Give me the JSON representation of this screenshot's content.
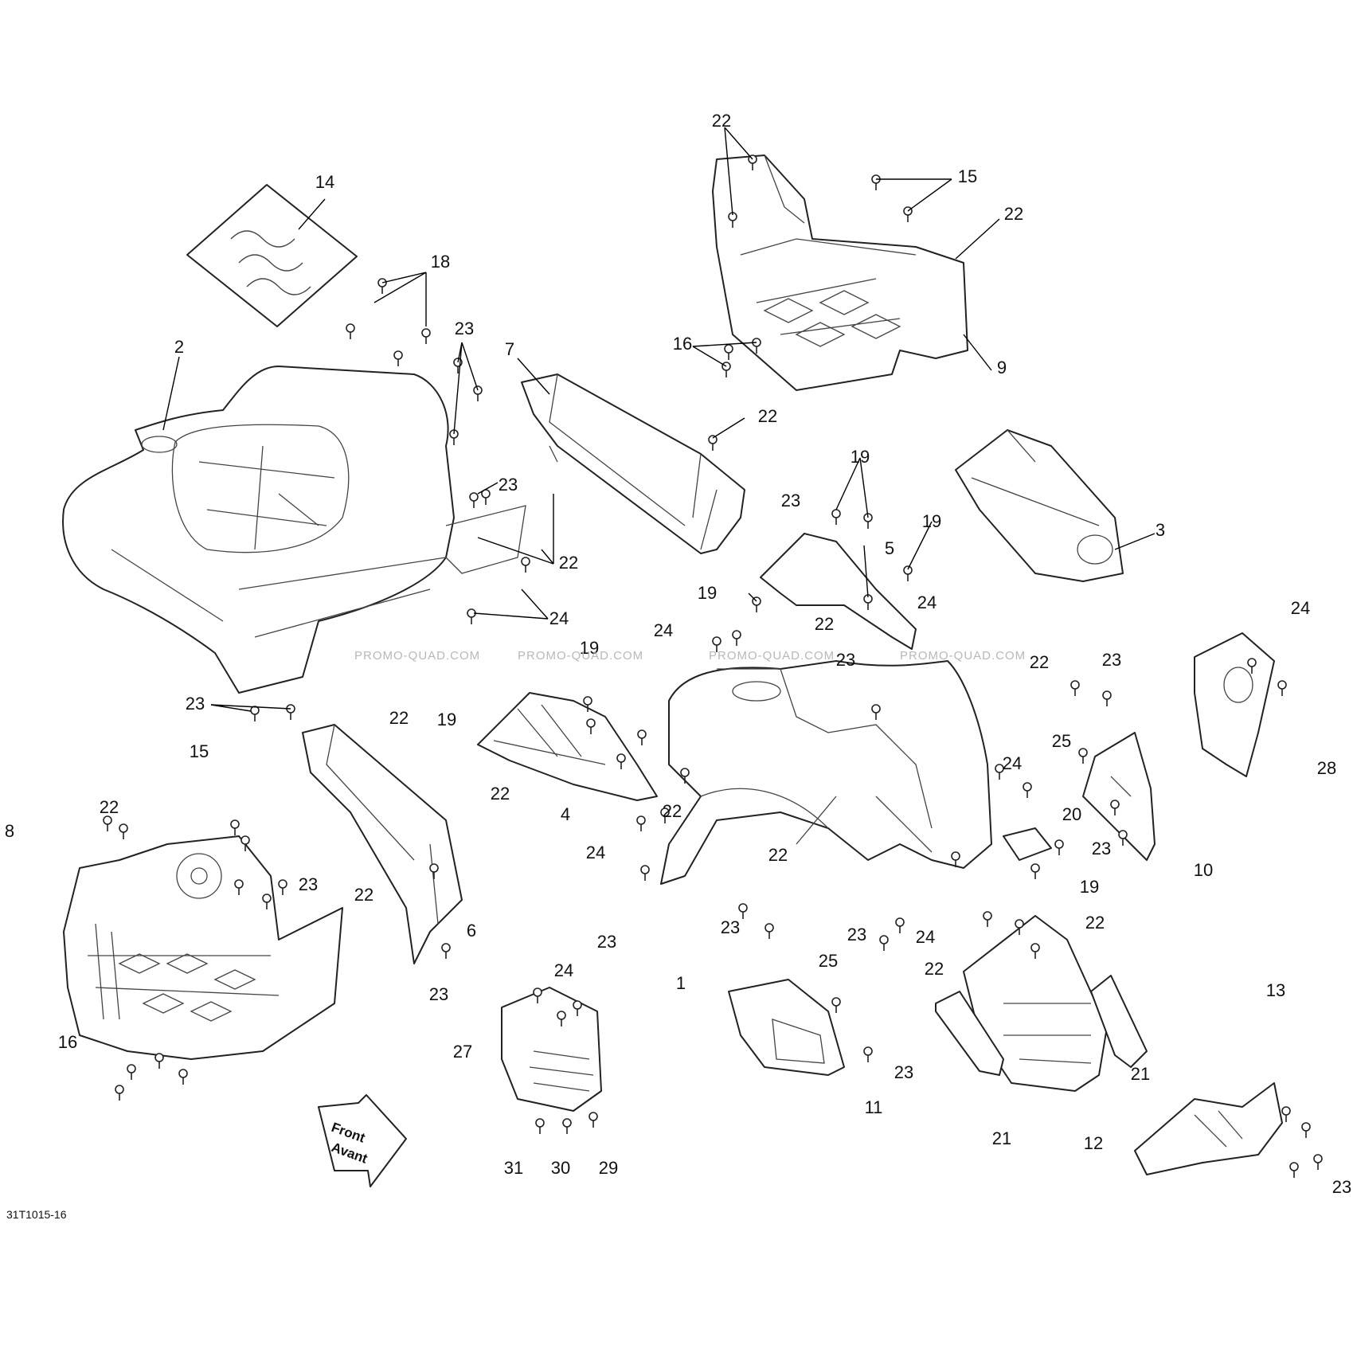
{
  "diagram": {
    "reference": "31T1015-16",
    "watermark": "PROMO-QUAD.COM",
    "direction_arrow": {
      "line1": "Front",
      "line2": "Avant"
    },
    "callouts": [
      "1",
      "2",
      "3",
      "4",
      "5",
      "6",
      "7",
      "8",
      "9",
      "10",
      "11",
      "12",
      "13",
      "14",
      "15",
      "16",
      "18",
      "19",
      "20",
      "21",
      "22",
      "23",
      "24",
      "25",
      "27",
      "28",
      "29",
      "30",
      "31"
    ]
  }
}
